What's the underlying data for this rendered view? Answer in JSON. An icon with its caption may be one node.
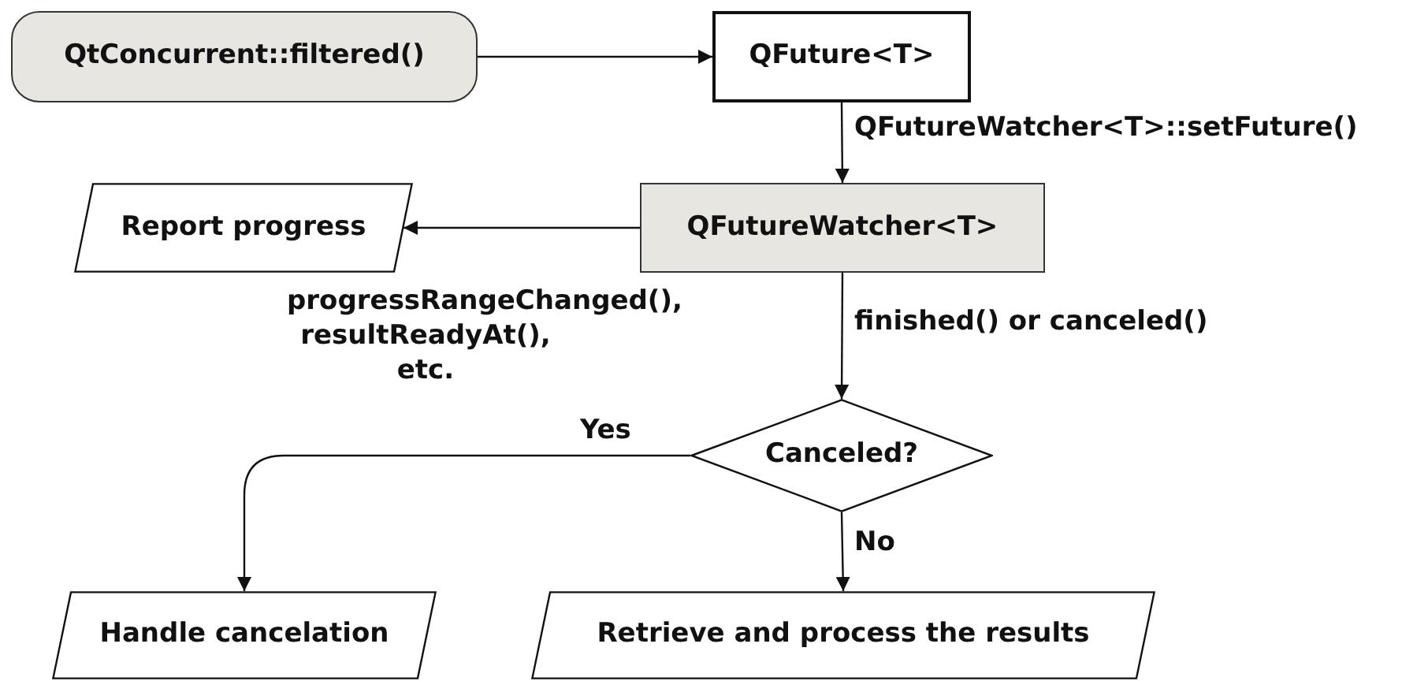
{
  "diagram": {
    "nodes": [
      {
        "text": [
          "QtConcurrent::filtered()"
        ]
      },
      {
        "text": [
          "QFuture<T>"
        ]
      },
      {
        "text": [
          "QFutureWatcher<T>"
        ]
      },
      {
        "text": [
          "Report progress"
        ]
      },
      {
        "text": [
          "Canceled?"
        ]
      },
      {
        "text": [
          "Handle cancelation"
        ]
      },
      {
        "text": [
          "Retrieve and process the results"
        ]
      }
    ],
    "edges": [
      {
        "from": 0,
        "to": 1,
        "arrow": "to"
      },
      {
        "from": 1,
        "to": 2,
        "arrow": "to",
        "label": "QFutureWatcher<T>::setFuture()"
      },
      {
        "from": 2,
        "to": 3,
        "arrow": "to",
        "label": "progressRangeChanged(), resultReadyAt(), etc."
      },
      {
        "from": 2,
        "to": 4,
        "arrow": "to",
        "label": "finished() or canceled()"
      },
      {
        "from": 4,
        "to": 5,
        "arrow": "to",
        "label": "Yes"
      },
      {
        "from": 4,
        "to": 6,
        "arrow": "to",
        "label": "No"
      }
    ]
  }
}
